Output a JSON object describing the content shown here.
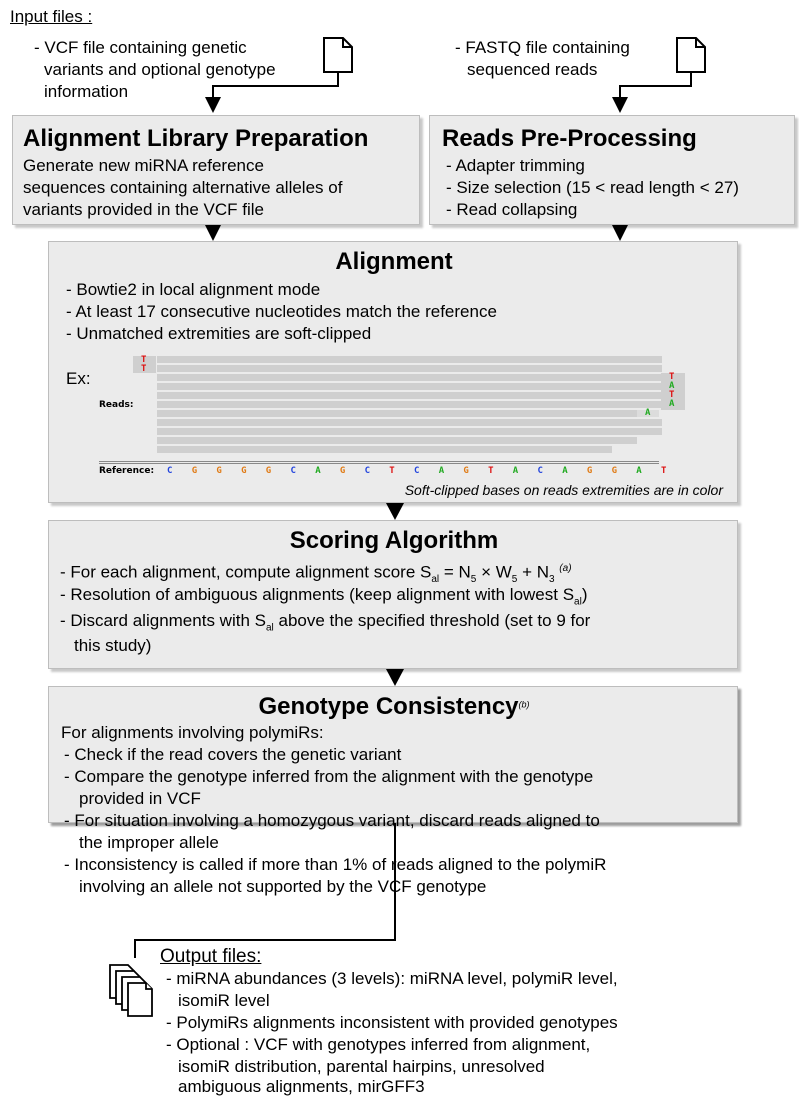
{
  "input_files": {
    "heading": "Input files :",
    "vcf": [
      "- VCF file containing genetic",
      "variants and optional genotype",
      "information"
    ],
    "fastq": [
      "- FASTQ file containing",
      "sequenced reads"
    ]
  },
  "library_prep": {
    "title": "Alignment Library Preparation",
    "lines": [
      "Generate new miRNA reference",
      "sequences containing alternative alleles of",
      "variants provided in the VCF file"
    ]
  },
  "preprocessing": {
    "title": "Reads Pre-Processing",
    "lines": [
      "- Adapter trimming",
      "- Size selection (15 < read length < 27)",
      "- Read collapsing"
    ]
  },
  "alignment": {
    "title": "Alignment",
    "lines": [
      "- Bowtie2 in local alignment mode",
      "- At least 17 consecutive nucleotides match the reference",
      "- Unmatched extremities are soft-clipped"
    ],
    "ex_label": "Ex:",
    "reads_label": "Reads:",
    "reference_label": "Reference:",
    "reference_bases": [
      "C",
      "G",
      "G",
      "G",
      "G",
      "C",
      "A",
      "G",
      "C",
      "T",
      "C",
      "A",
      "G",
      "T",
      "A",
      "C",
      "A",
      "G",
      "G",
      "A",
      "T"
    ],
    "left_clips": [
      "T",
      "T"
    ],
    "right_clips": [
      "T",
      "A",
      "T",
      "A"
    ],
    "mid_clip": "A",
    "caption": "Soft-clipped bases on reads extremities are in color",
    "base_colors": {
      "A": "#22aa22",
      "C": "#2244dd",
      "G": "#e07b16",
      "T": "#dd1111"
    }
  },
  "scoring": {
    "title": "Scoring Algorithm",
    "line1": {
      "pre": "- For each alignment, compute alignment score S",
      "s_sub": "al",
      "eq": " = N",
      "n5_sub": "5",
      "x": " × W",
      "w5_sub": "5",
      "plus": " + N",
      "n3_sub": "3",
      "note": "(a)"
    },
    "line2": {
      "pre": "- Resolution of ambiguous alignments (keep alignment with lowest S",
      "sub": "al",
      "post": ")"
    },
    "line3": {
      "pre": "- Discard alignments with S",
      "sub": "al",
      "post": " above the specified threshold (set to 9 for"
    },
    "line4": "this study)"
  },
  "genotype": {
    "title": "Genotype Consistency",
    "note": "(b)",
    "intro": "For alignments involving polymiRs:",
    "lines": [
      "- Check if the read covers the genetic variant",
      "- Compare the genotype inferred from the alignment with the genotype",
      "provided in VCF",
      "- For situation involving a homozygous variant, discard reads aligned to",
      "the improper allele",
      "- Inconsistency is called if more than 1% of reads aligned to the polymiR",
      "involving an allele not supported by the VCF genotype"
    ]
  },
  "output_files": {
    "heading": "Output files:",
    "lines": [
      "- miRNA abundances (3 levels): miRNA level, polymiR level,",
      "isomiR level",
      "- PolymiRs alignments inconsistent with provided genotypes",
      "- Optional : VCF with genotypes inferred from alignment,",
      "isomiR distribution, parental hairpins, unresolved",
      "ambiguous alignments, mirGFF3"
    ]
  }
}
